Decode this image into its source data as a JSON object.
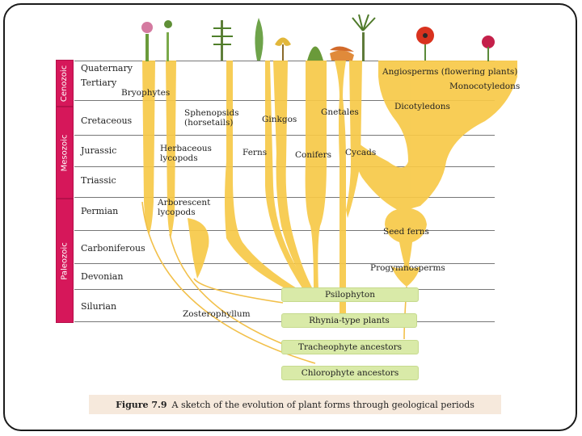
{
  "eras": [
    {
      "label": "Cenozoic"
    },
    {
      "label": "Mesozoic"
    },
    {
      "label": "Paleozoic"
    }
  ],
  "periods": [
    "Quaternary",
    "Tertiary",
    "Cretaceous",
    "Jurassic",
    "Triassic",
    "Permian",
    "Carboniferous",
    "Devonian",
    "Silurian"
  ],
  "groups": {
    "bryophytes": "Bryophytes",
    "sphenopsids_1": "Sphenopsids",
    "sphenopsids_2": "(horsetails)",
    "ginkgos": "Ginkgos",
    "gnetales": "Gnetales",
    "angiosperms": "Angiosperms (flowering plants)",
    "monocots": "Monocotyledons",
    "dicots": "Dicotyledons",
    "herbaceous_1": "Herbaceous",
    "herbaceous_2": "lycopods",
    "ferns": "Ferns",
    "conifers": "Conifers",
    "cycads": "Cycads",
    "arborescent_1": "Arborescent",
    "arborescent_2": "lycopods",
    "seed_ferns": "Seed ferns",
    "progymnosperms": "Progymnosperms",
    "zosterophyllum": "Zosterophyllum"
  },
  "ancestors": [
    "Psilophyton",
    "Rhynia-type plants",
    "Tracheophyte ancestors",
    "Chlorophyte ancestors"
  ],
  "caption": {
    "number": "Figure 7.9",
    "text": "A sketch of the evolution of plant forms through geological periods"
  },
  "colors": {
    "era_band": "#d6175a",
    "branch": "#f7c948",
    "ancestor_box": "#d9eaa8",
    "caption_bg": "#f6e9dc"
  }
}
